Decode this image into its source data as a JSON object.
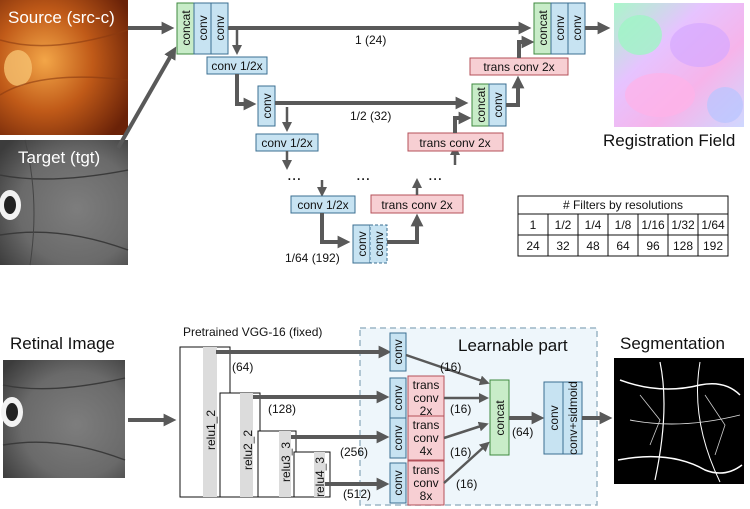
{
  "top": {
    "source_label": "Source (src-c)",
    "target_label": "Target (tgt)",
    "concat": "concat",
    "conv": "conv",
    "conv_half": "conv 1/2x",
    "trans_conv_2x": "trans conv 2x",
    "res_1": "1 (24)",
    "res_half": "1/2 (32)",
    "res_64": "1/64 (192)",
    "dots": "...",
    "output_label": "Registration Field"
  },
  "filters_table": {
    "title": "# Filters by resolutions",
    "headers": [
      "1",
      "1/2",
      "1/4",
      "1/8",
      "1/16",
      "1/32",
      "1/64"
    ],
    "values": [
      "24",
      "32",
      "48",
      "64",
      "96",
      "128",
      "192"
    ]
  },
  "bottom": {
    "input_label": "Retinal Image",
    "vgg_label": "Pretrained VGG-16 (fixed)",
    "learnable_label": "Learnable part",
    "output_label": "Segmentation",
    "relu": [
      "relu1_2",
      "relu2_2",
      "relu3_3",
      "relu4_3"
    ],
    "channels": [
      "(64)",
      "(128)",
      "(256)",
      "(512)"
    ],
    "branch_counts": [
      "(16)",
      "(16)",
      "(16)",
      "(16)"
    ],
    "concat_count": "(64)",
    "conv": "conv",
    "trans": "trans",
    "conv_word": "conv",
    "scales": [
      "2x",
      "4x",
      "8x"
    ],
    "concat": "concat",
    "final_conv": "conv",
    "final_sigmoid": "conv+sidmoid"
  },
  "colors": {
    "conv_fill": "#c7e3f2",
    "concat_fill": "#c8ecc8",
    "trans_fill": "#f7cfd3",
    "arrow": "#595959",
    "learnable_bg": "#eef6fb"
  }
}
